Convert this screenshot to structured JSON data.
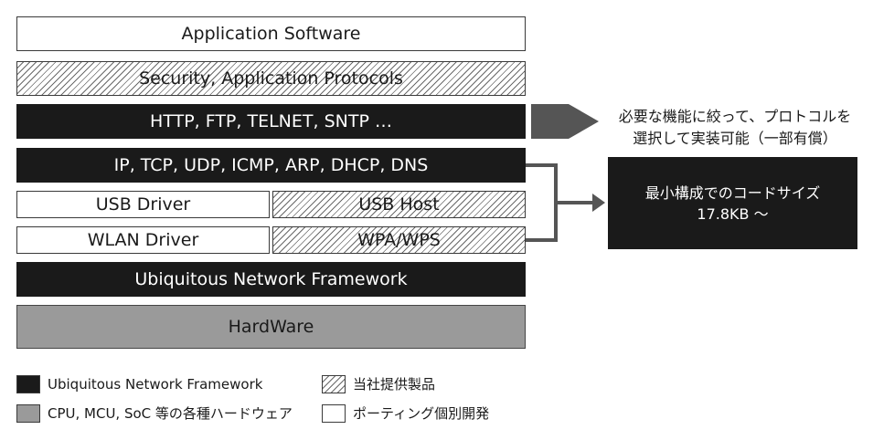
{
  "stack": {
    "application_software": "Application Software",
    "security_protocols": "Security, Application Protocols",
    "http_layer": "HTTP, FTP, TELNET, SNTP …",
    "ip_layer": "IP, TCP, UDP, ICMP, ARP, DHCP, DNS",
    "usb_driver": "USB Driver",
    "usb_host": "USB Host",
    "wlan_driver": "WLAN Driver",
    "wpa_wps": "WPA/WPS",
    "framework": "Ubiquitous Network Framework",
    "hardware": "HardWare"
  },
  "callout": {
    "line1": "必要な機能に絞って、プロトコルを",
    "line2": "選択して実装可能（一部有償）"
  },
  "result": {
    "line1": "最小構成でのコードサイズ",
    "line2": "17.8KB ～"
  },
  "legend": {
    "framework": "Ubiquitous Network Framework",
    "company_products": "当社提供製品",
    "hardware": "CPU, MCU, SoC 等の各種ハードウェア",
    "porting": "ポーティング個別開発"
  },
  "colors": {
    "black": "#1a1a1a",
    "gray": "#9a9a9a",
    "white": "#ffffff",
    "arrow": "#555555"
  }
}
